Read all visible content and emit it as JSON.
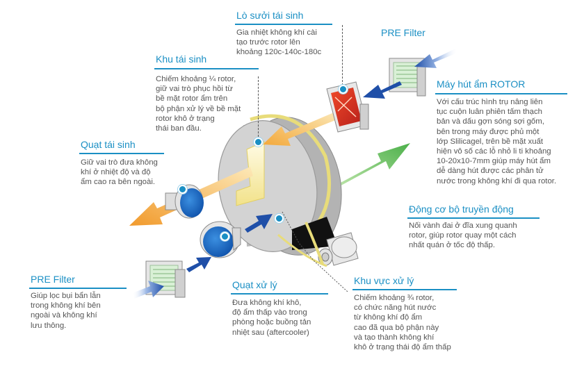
{
  "colors": {
    "accent": "#1a8fc4",
    "body_text": "#555555",
    "arrow_blue": "#1f4fa8",
    "arrow_orange": "#f2a93b",
    "arrow_green": "#5cb85c",
    "belt": "#e8dc7a",
    "rotor": "#d6d6d6"
  },
  "sections": {
    "lo_suoi": {
      "title": "Lò sưởi tái sinh",
      "text": "Gia nhiệt không khí cài\ntạo trước rotor lên\nkhoảng 120c-140c-180c"
    },
    "pre_filter_top": {
      "title": "PRE Filter"
    },
    "khu_tai_sinh": {
      "title": "Khu tái sinh",
      "text": "Chiếm khoảng ¼ rotor,\ngiữ vai trò phục hồi từ\nbề mặt rotor ẩm trên\nbộ phận xử lý về bề mặt\nrotor khô ở trạng\nthái ban đầu."
    },
    "may_hut_am": {
      "title": "Máy hút ẩm ROTOR",
      "text": "Với cấu trúc hình trụ nâng liên\ntục cuộn luân phiên tấm thạch\nbản và dấu gợn sóng sợi gốm,\nbên trong máy được phủ một\nlớp Slilicagel, trên bề mặt xuất\nhiện vô số các lỗ nhỏ li ti khoảng\n10-20x10-7mm giúp máy hút ẩm\ndễ dàng hút được các phân tử\nnước trong không khí đi qua rotor."
    },
    "quat_tai_sinh": {
      "title": "Quạt tái sinh",
      "text": "Giữ vai trò đưa không\nkhí ở nhiệt độ và độ\nẩm cao ra bên ngoài."
    },
    "dong_co": {
      "title": "Động cơ bộ truyền động",
      "text": "Nối vành đai ở đĩa xung quanh\nrotor, giúp rotor quay một cách\nnhất quán ở tốc độ thấp."
    },
    "pre_filter_bottom": {
      "title": "PRE Filter",
      "text": "Giúp lọc bụi bẩn lẫn\ntrong không khí bên\nngoài và không khí\nlưu thông."
    },
    "quat_xu_ly": {
      "title": "Quạt xử lý",
      "text": "Đưa không khí khô,\nđộ ẩm thấp vào trong\nphòng hoặc buồng tản\nnhiệt sau (aftercooler)"
    },
    "khu_vuc_xu_ly": {
      "title": "Khu vực xử lý",
      "text": "Chiếm khoảng ¾ rotor,\ncó chức năng hút nước\ntừ không khí độ ẩm\ncao đã qua bộ phận này\nvà tạo thành không khí\nkhô ở trạng thái độ ẩm thấp"
    }
  }
}
